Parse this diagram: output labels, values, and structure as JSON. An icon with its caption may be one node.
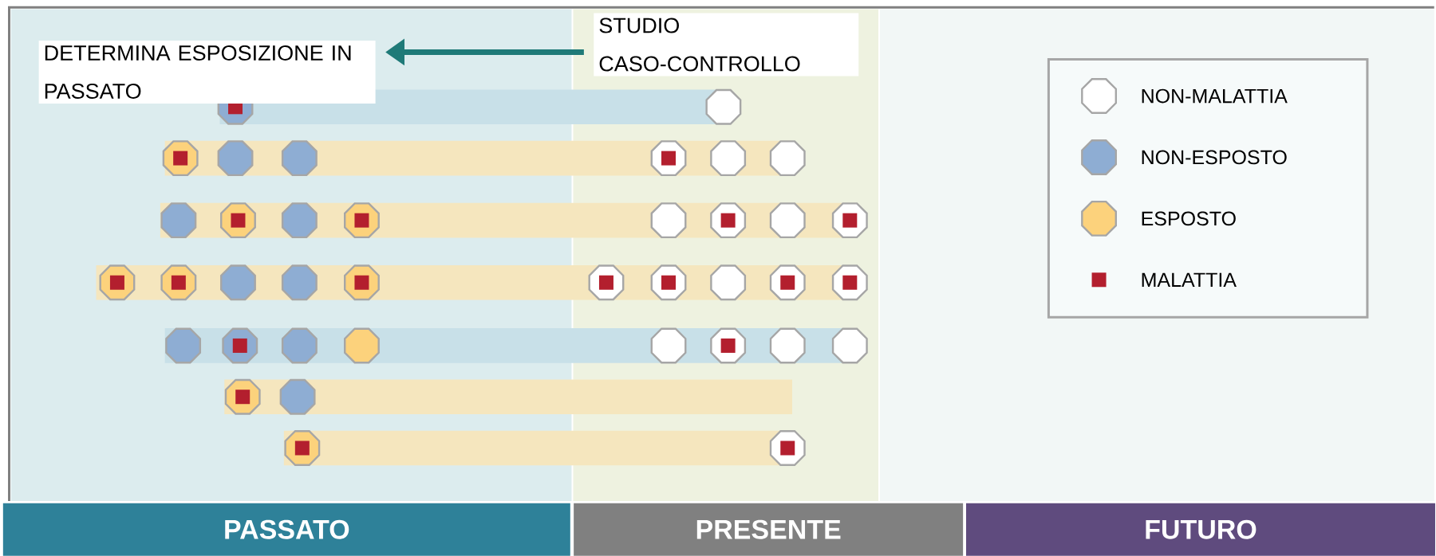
{
  "diagram": {
    "nodes": [
      {
        "text": [
          "DETERMINA ESPOSIZIONE IN PASSATO"
        ]
      },
      {
        "text": [
          "STUDIO CASO-CONTROLLO"
        ]
      },
      {
        "text": [
          "PASSATO"
        ]
      },
      {
        "text": [
          "PRESENTE"
        ]
      },
      {
        "text": [
          "FUTURO"
        ]
      }
    ],
    "edges": [
      {
        "from": 1,
        "to": 0,
        "arrow": "to"
      }
    ],
    "legend": [
      {
        "text": "NON-MALATTIA",
        "color": "#ffffff"
      },
      {
        "text": "NON-ESPOSTO",
        "color": "#8eadd3"
      },
      {
        "text": "ESPOSTO",
        "color": "#fcd27c"
      },
      {
        "text": "MALATTIA",
        "color": "#b31f2e"
      }
    ]
  }
}
